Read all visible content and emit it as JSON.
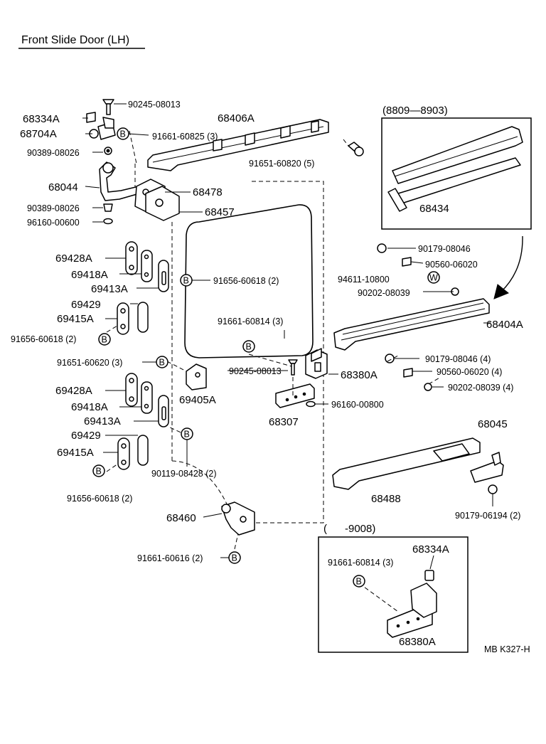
{
  "title": "Front Slide Door (LH)",
  "footer_code": "MB K327-H",
  "inset_top_caption": "(8809—8903)",
  "inset_bottom_caption": "(      -9008)",
  "bolt_marker_letter": "B",
  "washer_marker_letter": "W",
  "labels": [
    "90245-08013",
    "68334A",
    "68704A",
    "91661-60825 (3)",
    "68406A",
    "90389-08026",
    "91651-60820 (5)",
    "68044",
    "68478",
    "68457",
    "90389-08026",
    "96160-00600",
    "68434",
    "90179-08046",
    "90560-06020",
    "69428A",
    "69418A",
    "69413A",
    "91656-60618 (2)",
    "94611-10800",
    "90202-08039",
    "68404A",
    "69429",
    "69415A",
    "91661-60814 (3)",
    "91656-60618 (2)",
    "90179-08046 (4)",
    "90560-06020 (4)",
    "90202-08039 (4)",
    "91651-60620 (3)",
    "90245-08013",
    "68380A",
    "69405A",
    "96160-00800",
    "69428A",
    "69418A",
    "68307",
    "68045",
    "69413A",
    "69429",
    "69415A",
    "90119-08428 (2)",
    "68488",
    "91656-60618 (2)",
    "90179-06194 (2)",
    "68460",
    "91661-60814 (3)",
    "68334A",
    "91661-60616 (2)",
    "68380A"
  ]
}
